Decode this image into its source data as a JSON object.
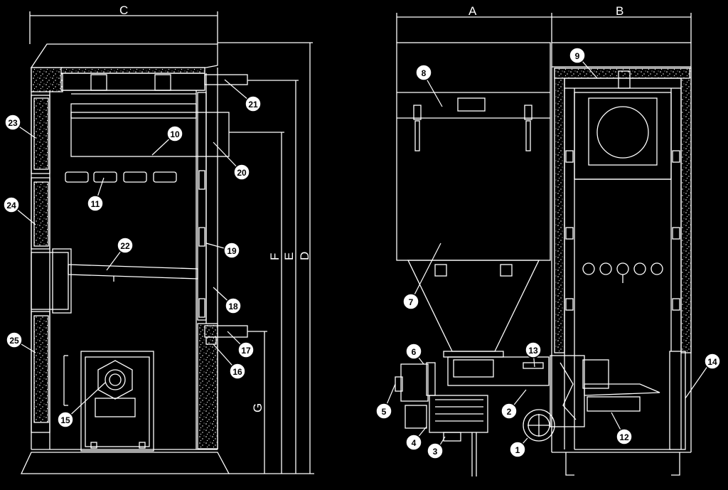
{
  "colors": {
    "background": "#000000",
    "line": "#ffffff",
    "callout_fill": "#ffffff",
    "callout_text": "#000000"
  },
  "dimensions": {
    "A": "A",
    "B": "B",
    "C": "C",
    "D": "D",
    "E": "E",
    "F": "F",
    "G": "G"
  },
  "callouts": {
    "c1": "1",
    "c2": "2",
    "c3": "3",
    "c4": "4",
    "c5": "5",
    "c6": "6",
    "c7": "7",
    "c8": "8",
    "c9": "9",
    "c10": "10",
    "c11": "11",
    "c12": "12",
    "c13": "13",
    "c14": "14",
    "c15": "15",
    "c16": "16",
    "c17": "17",
    "c18": "18",
    "c19": "19",
    "c20": "20",
    "c21": "21",
    "c22": "22",
    "c23": "23",
    "c24": "24",
    "c25": "25"
  }
}
